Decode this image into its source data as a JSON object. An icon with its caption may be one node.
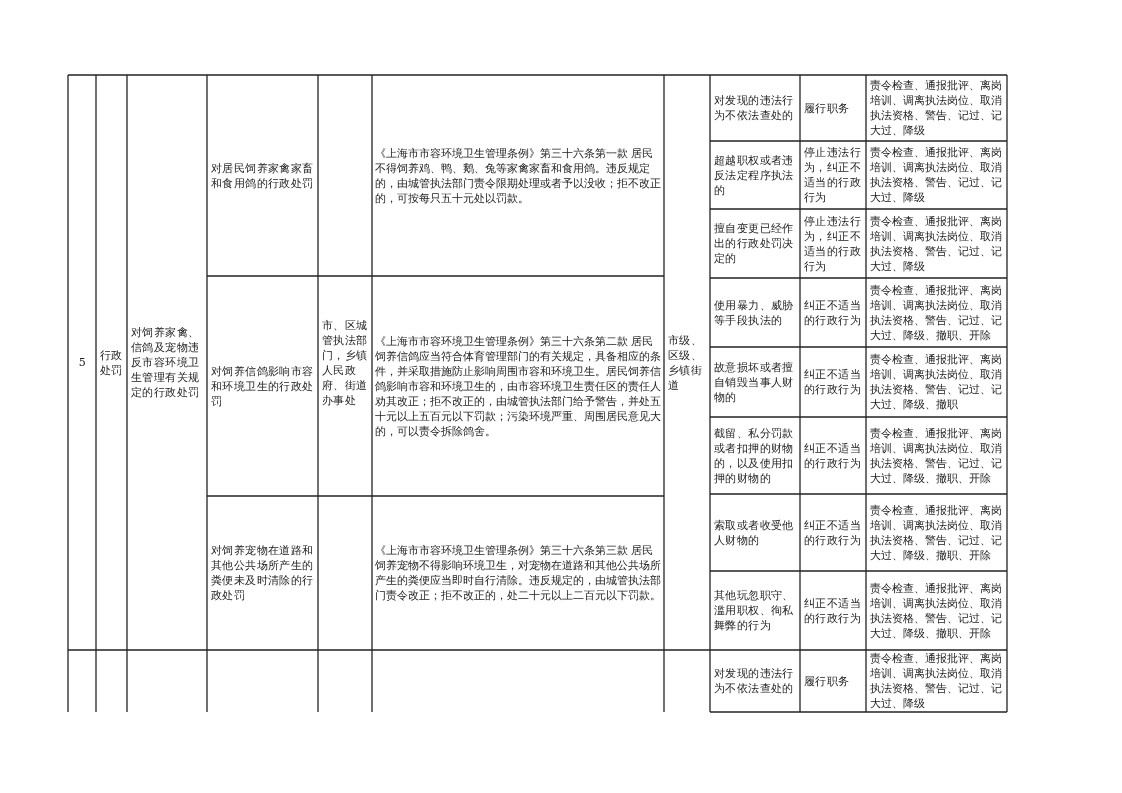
{
  "diagram": {
    "labels": [
      "5",
      "行政处罚",
      "对饲养家禽、信鸽及宠物违反市容环境卫生管理有关规定的行政处罚",
      "对居民饲养家禽家畜和食用鸽的行政处罚",
      "市、区城管执法部门，乡镇人民政府、街道办事处",
      "《上海市市容环境卫生管理条例》第三十六条第一款 居民不得饲养鸡、鸭、鹅、兔等家禽家畜和食用鸽。违反规定的，由城管执法部门责令限期处理或者予以没收；拒不改正的，可按每只五十元处以罚款。",
      "市级、区级、乡镇街道",
      "对发现的违法行为不依法查处的",
      "履行职务",
      "责令检查、通报批评、离岗培训、调离执法岗位、取消执法资格、警告、记过、记大过、降级",
      "超越职权或者违反法定程序执法的",
      "停止违法行为，纠正不适当的行政行为",
      "责令检查、通报批评、离岗培训、调离执法岗位、取消执法资格、警告、记过、记大过、降级",
      "擅自变更已经作出的行政处罚决定的",
      "停止违法行为，纠正不适当的行政行为",
      "责令检查、通报批评、离岗培训、调离执法岗位、取消执法资格、警告、记过、记大过、降级",
      "对饲养信鸽影响市容和环境卫生的行政处罚",
      "《上海市市容环境卫生管理条例》第三十六条第二款 居民饲养信鸽应当符合体育管理部门的有关规定，具备相应的条件，并采取措施防止影响周围市容和环境卫生。居民饲养信鸽影响市容和环境卫生的，由市容环境卫生责任区的责任人劝其改正；拒不改正的，由城管执法部门给予警告，并处五十元以上五百元以下罚款；污染环境严重、周围居民意见大的，可以责令拆除鸽舍。",
      "使用暴力、威胁等手段执法的",
      "纠正不适当的行政行为",
      "责令检查、通报批评、离岗培训、调离执法岗位、取消执法资格、警告、记过、记大过、降级、撤职、开除",
      "故意损坏或者擅自销毁当事人财物的",
      "纠正不适当的行政行为",
      "责令检查、通报批评、离岗培训、调离执法岗位、取消执法资格、警告、记过、记大过、降级、撤职",
      "截留、私分罚款或者扣押的财物的，以及使用扣押的财物的",
      "纠正不适当的行政行为",
      "责令检查、通报批评、离岗培训、调离执法岗位、取消执法资格、警告、记过、记大过、降级、撤职、开除",
      "对饲养宠物在道路和其他公共场所产生的粪便未及时清除的行政处罚",
      "《上海市市容环境卫生管理条例》第三十六条第三款 居民饲养宠物不得影响环境卫生，对宠物在道路和其他公共场所产生的粪便应当即时自行清除。违反规定的，由城管执法部门责令改正；拒不改正的，处二十元以上二百元以下罚款。",
      "索取或者收受他人财物的",
      "纠正不适当的行政行为",
      "责令检查、通报批评、离岗培训、调离执法岗位、取消执法资格、警告、记过、记大过、降级、撤职、开除",
      "其他玩忽职守、滥用职权、徇私舞弊的行为",
      "纠正不适当的行政行为",
      "责令检查、通报批评、离岗培训、调离执法岗位、取消执法资格、警告、记过、记大过、降级、撤职、开除",
      "对发现的违法行为不依法查处的",
      "履行职务",
      "责令检查、通报批评、离岗培训、调离执法岗位、取消执法资格、警告、记过、记大过、降级"
    ]
  }
}
